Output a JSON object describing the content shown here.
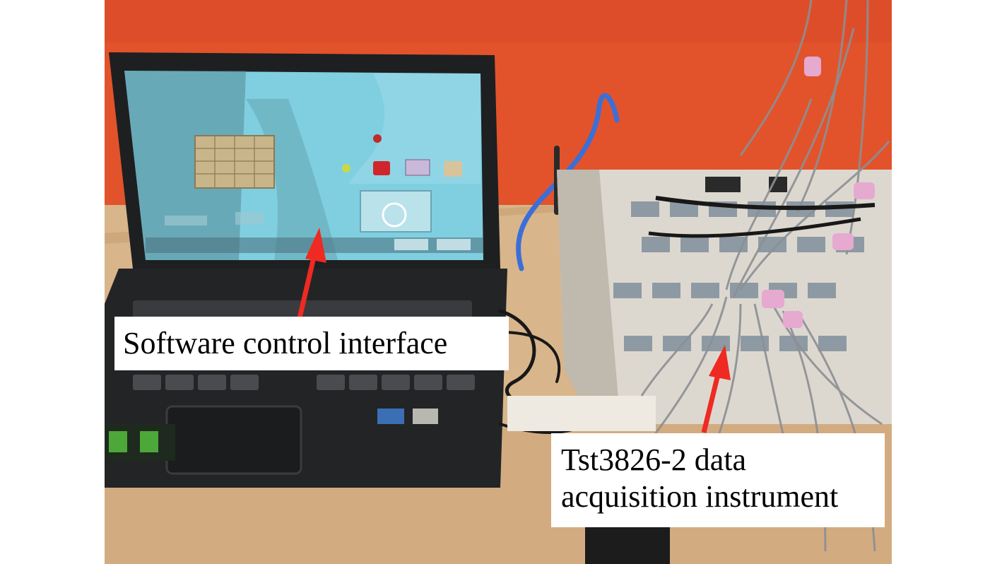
{
  "labels": {
    "software_control_interface": "Software control interface",
    "daq_line1": "Tst3826-2 data",
    "daq_line2": "acquisition instrument"
  },
  "colors": {
    "wall": "#e2532b",
    "desk": "#d8b58a",
    "arrow": "#ee2a22",
    "laptop": "#232426",
    "screen": "#7fcfe0",
    "instrument": "#ddd8cf"
  }
}
